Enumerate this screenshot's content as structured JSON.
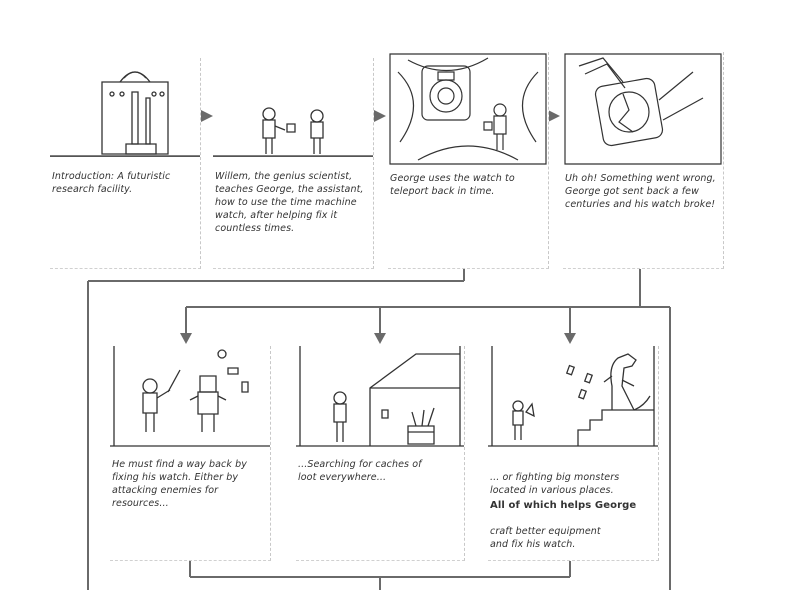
{
  "panels": [
    {
      "caption": "Introduction: A futuristic\nresearch facility."
    },
    {
      "caption": "Willem, the genius scientist,\nteaches George, the assistant,\nhow to use the time machine\nwatch, after helping fix it\ncountless times."
    },
    {
      "caption": "George uses the watch to\nteleport back in time."
    },
    {
      "caption": "Uh oh! Something went wrong,\nGeorge got sent back a few\ncenturies and his watch broke!"
    },
    {
      "caption": "He must find a way back by\nfixing his watch. Either by\nattacking enemies for resources..."
    },
    {
      "caption": "...Searching for caches of\nloot everywhere..."
    },
    {
      "caption": "... or fighting big monsters\nlocated in various places.",
      "caption_emphasis": "All of which helps George",
      "caption_tail": "craft better equipment\nand fix his watch."
    }
  ]
}
